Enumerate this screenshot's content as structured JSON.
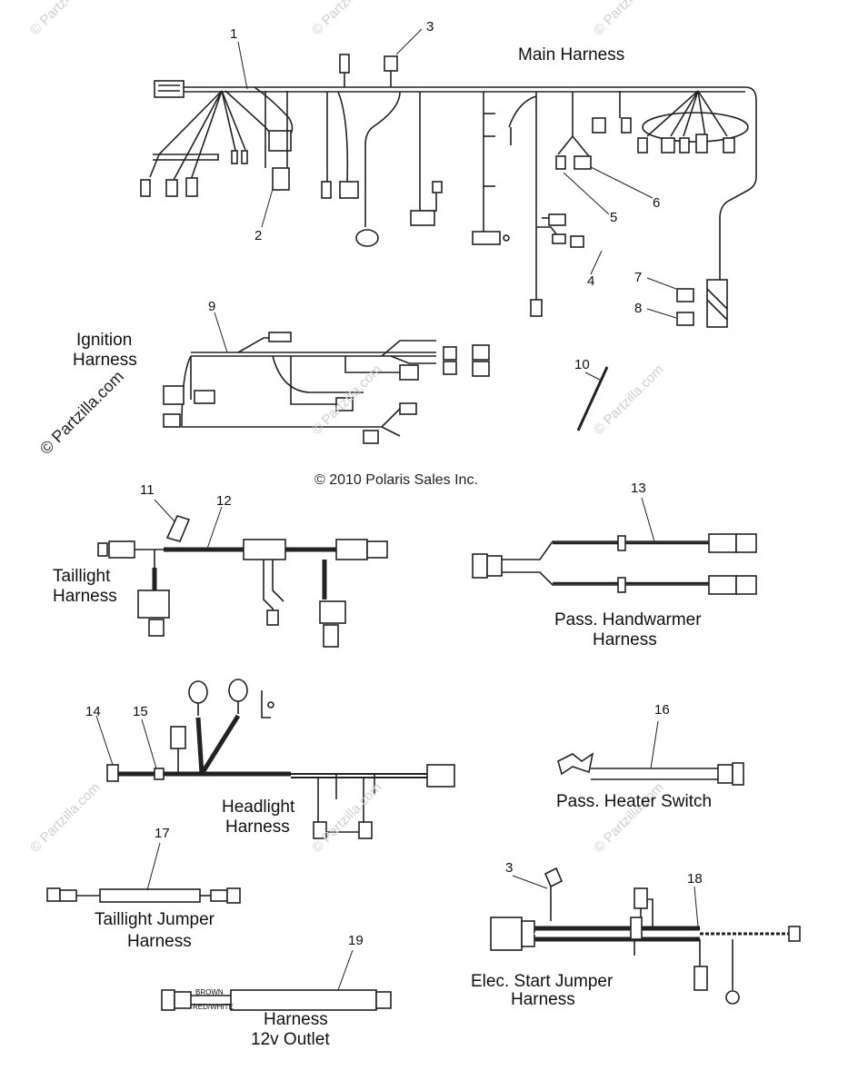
{
  "copyright": "© 2010 Polaris Sales Inc.",
  "side_watermark": "© Partzilla.com",
  "watermark_text": "© Partzilla.com",
  "labels": {
    "main": "Main Harness",
    "ignition_1": "Ignition",
    "ignition_2": "Harness",
    "taillight_1": "Taillight",
    "taillight_2": "Harness",
    "handwarmer_1": "Pass. Handwarmer",
    "handwarmer_2": "Harness",
    "headlight_1": "Headlight",
    "headlight_2": "Harness",
    "heater_switch": "Pass. Heater Switch",
    "tl_jumper_1": "Taillight Jumper",
    "tl_jumper_2": "Harness",
    "elec_start_1": "Elec. Start Jumper",
    "elec_start_2": "Harness",
    "outlet_1": "Harness",
    "outlet_2": "12v Outlet"
  },
  "callouts": {
    "n1": "1",
    "n2": "2",
    "n3a": "3",
    "n4": "4",
    "n5": "5",
    "n6": "6",
    "n7": "7",
    "n8": "8",
    "n9": "9",
    "n10": "10",
    "n11": "11",
    "n12": "12",
    "n13": "13",
    "n14": "14",
    "n15": "15",
    "n16": "16",
    "n17": "17",
    "n18": "18",
    "n3b": "3",
    "n19": "19"
  },
  "wire_colors": {
    "outlet_a": "BROWN",
    "outlet_b": "RED/WHITE"
  }
}
